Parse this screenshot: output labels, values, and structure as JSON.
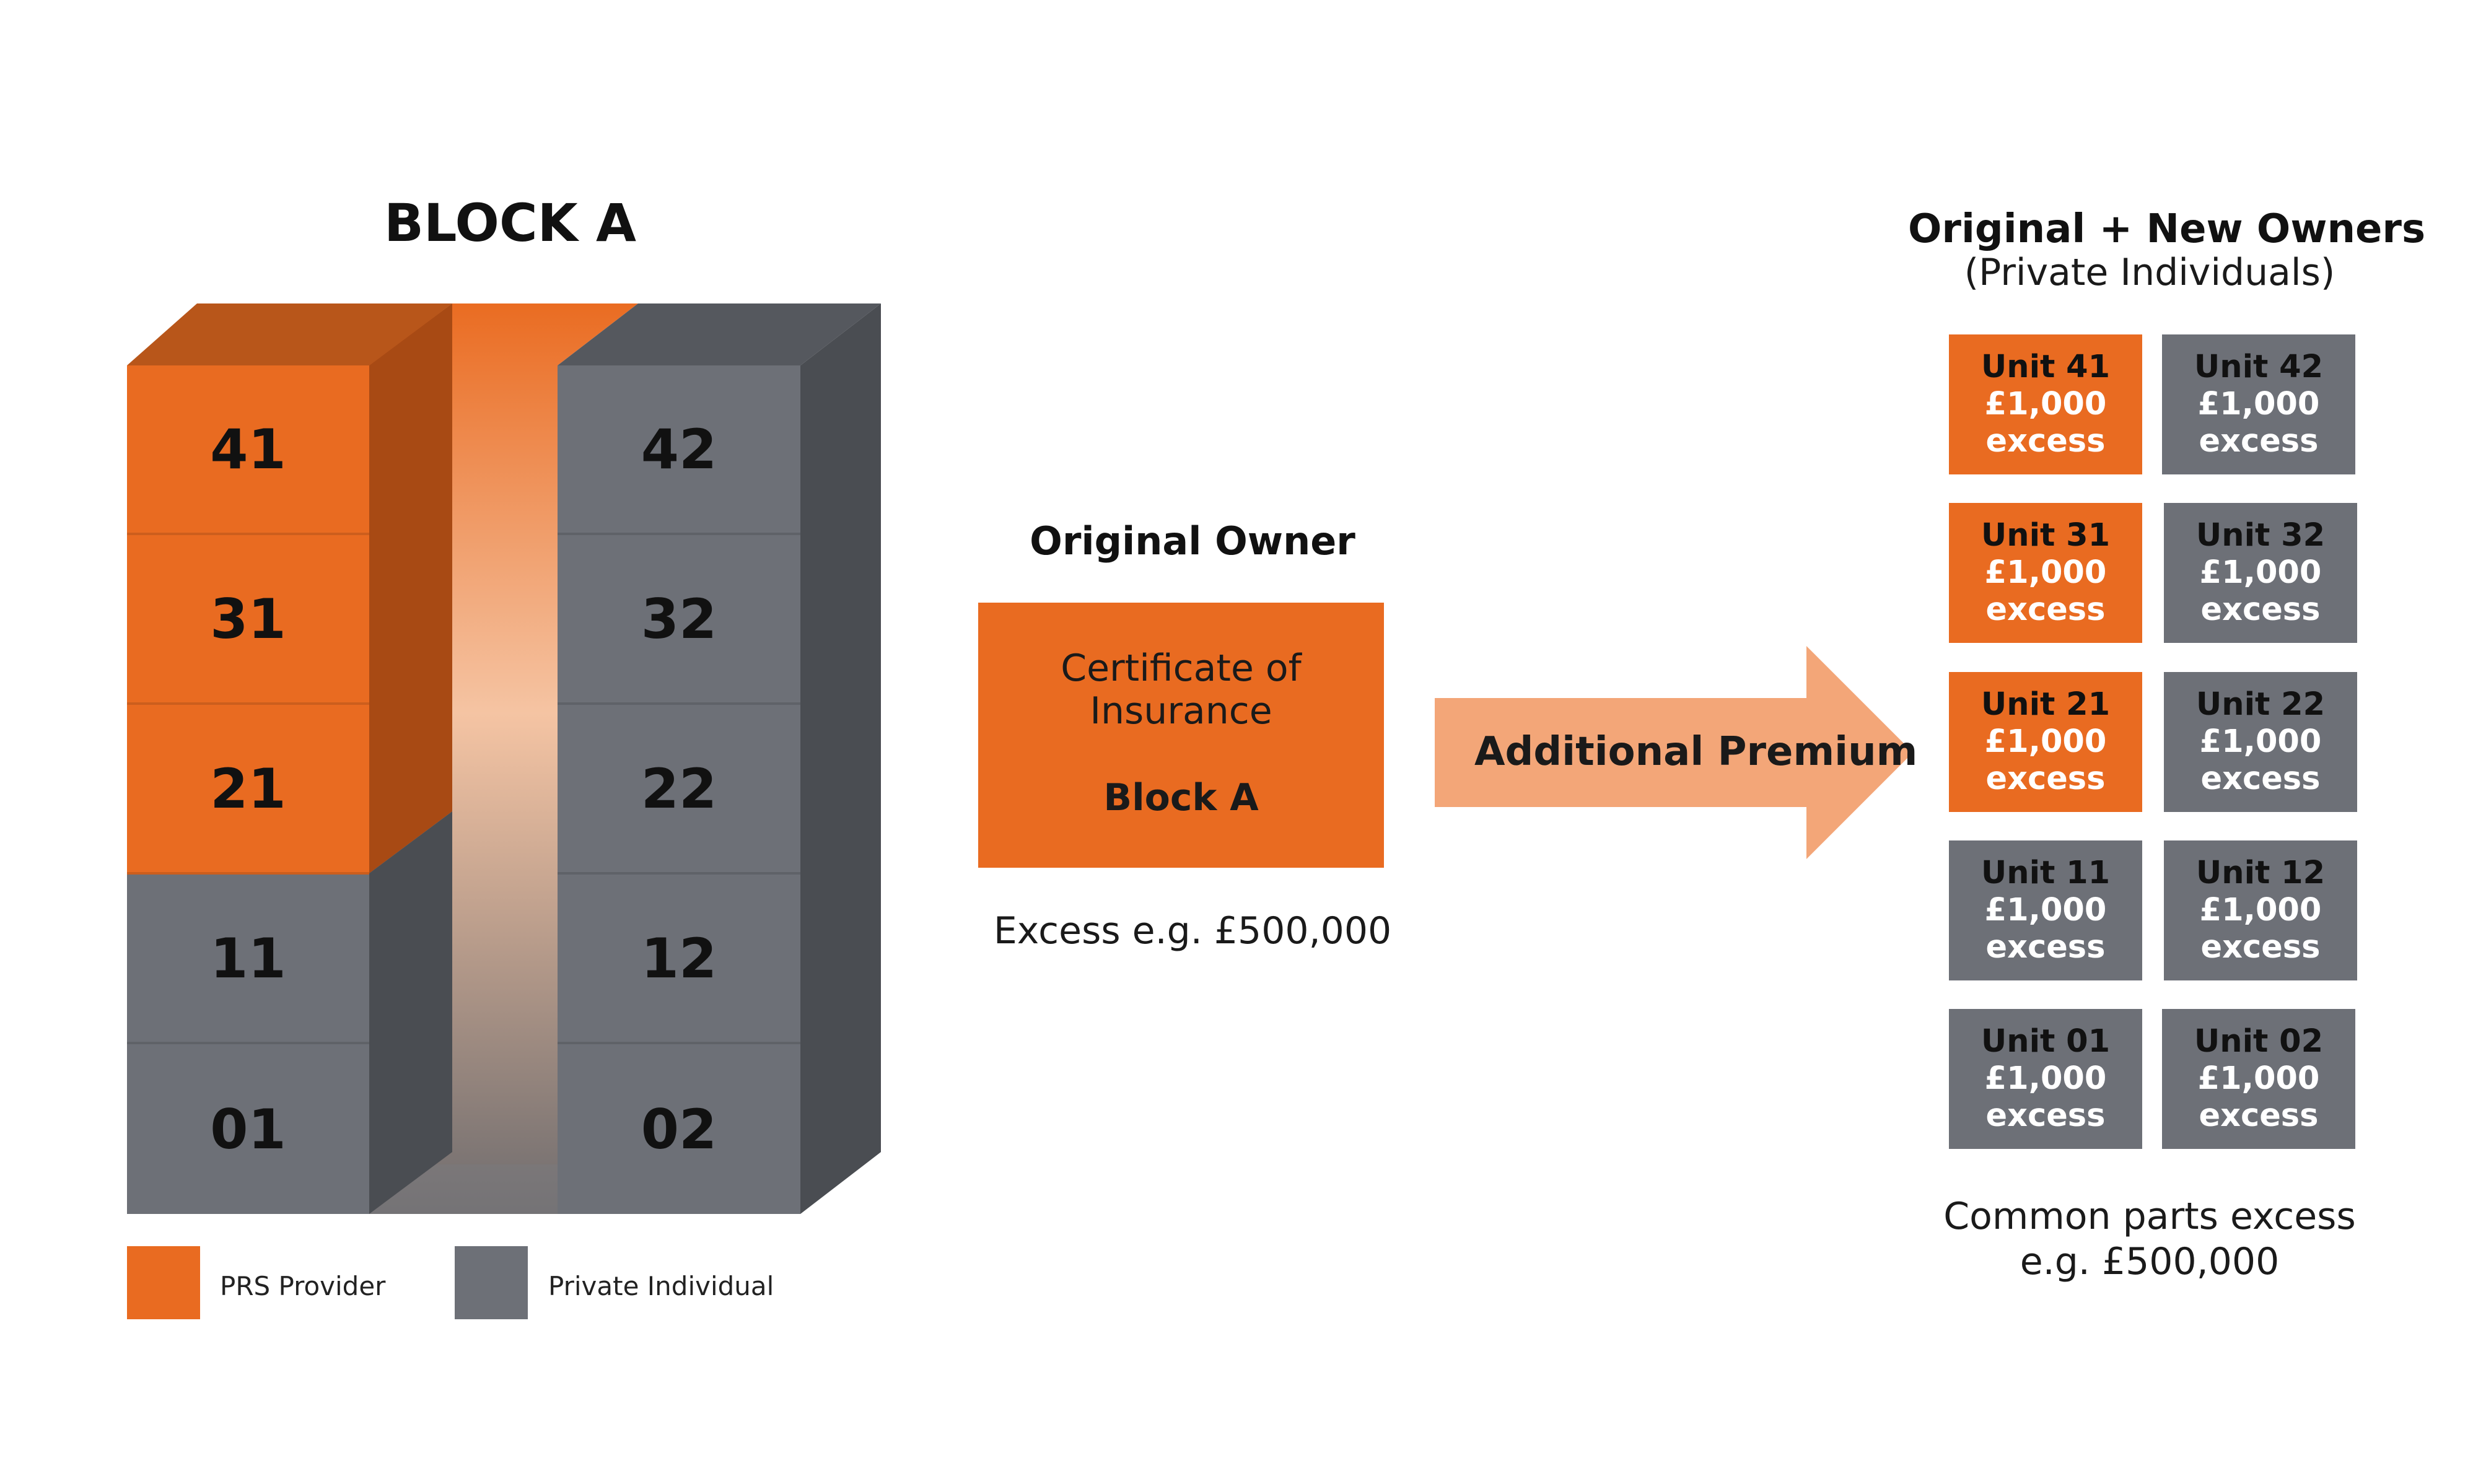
{
  "block": {
    "title": "BLOCK A",
    "left_column": [
      {
        "unit": "41",
        "owner": "PRS Provider"
      },
      {
        "unit": "31",
        "owner": "PRS Provider"
      },
      {
        "unit": "21",
        "owner": "PRS Provider"
      },
      {
        "unit": "11",
        "owner": "Private Individual"
      },
      {
        "unit": "01",
        "owner": "Private Individual"
      }
    ],
    "right_column": [
      {
        "unit": "42",
        "owner": "Private Individual"
      },
      {
        "unit": "32",
        "owner": "Private Individual"
      },
      {
        "unit": "22",
        "owner": "Private Individual"
      },
      {
        "unit": "12",
        "owner": "Private Individual"
      },
      {
        "unit": "02",
        "owner": "Private Individual"
      }
    ]
  },
  "legend": [
    {
      "label": "PRS Provider",
      "color": "#e96b21"
    },
    {
      "label": "Private Individual",
      "color": "#6d7077"
    }
  ],
  "original_owner": {
    "label": "Original Owner",
    "certificate_title": "Certificate of Insurance",
    "certificate_block": "Block A",
    "excess": "Excess e.g. £500,000"
  },
  "arrow": {
    "label": "Additional Premium",
    "color": "#f3a678"
  },
  "new_owners": {
    "title": "Original + New Owners",
    "subtitle": "(Private Individuals)",
    "units": [
      {
        "name": "Unit 41",
        "amount": "£1,000",
        "excess": "excess",
        "owner": "PRS Provider"
      },
      {
        "name": "Unit 42",
        "amount": "£1,000",
        "excess": "excess",
        "owner": "Private Individual"
      },
      {
        "name": "Unit 31",
        "amount": "£1,000",
        "excess": "excess",
        "owner": "PRS Provider"
      },
      {
        "name": "Unit 32",
        "amount": "£1,000",
        "excess": "excess",
        "owner": "Private Individual"
      },
      {
        "name": "Unit 21",
        "amount": "£1,000",
        "excess": "excess",
        "owner": "PRS Provider"
      },
      {
        "name": "Unit 22",
        "amount": "£1,000",
        "excess": "excess",
        "owner": "Private Individual"
      },
      {
        "name": "Unit 11",
        "amount": "£1,000",
        "excess": "excess",
        "owner": "Private Individual"
      },
      {
        "name": "Unit 12",
        "amount": "£1,000",
        "excess": "excess",
        "owner": "Private Individual"
      },
      {
        "name": "Unit 01",
        "amount": "£1,000",
        "excess": "excess",
        "owner": "Private Individual"
      },
      {
        "name": "Unit 02",
        "amount": "£1,000",
        "excess": "excess",
        "owner": "Private Individual"
      }
    ],
    "common_parts": "Common parts excess e.g. £500,000"
  },
  "colors": {
    "prs": "#e96b21",
    "private": "#6d7077",
    "prs_side": "#a84a14",
    "prs_top": "#b8561a",
    "private_side": "#4a4d52",
    "private_top": "#55585e"
  }
}
